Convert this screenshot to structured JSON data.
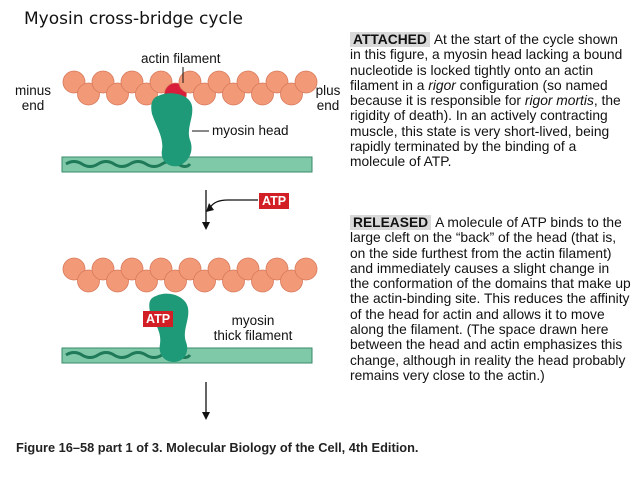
{
  "title": "Myosin cross-bridge cycle",
  "labels": {
    "actin_filament": "actin filament",
    "minus": "minus",
    "end_left": "end",
    "plus": "plus",
    "end_right": "end",
    "myosin_head": "myosin head",
    "atp_top": "ATP",
    "atp_bottom": "ATP",
    "myosin": "myosin",
    "thick_filament": "thick filament"
  },
  "attached": {
    "header": "ATTACHED",
    "text_1": "At the start of the cycle shown in this figure, a myosin head lacking a bound nucleotide is locked tightly onto an actin filament in a ",
    "italic_1": "rigor",
    "text_2": " configuration (so named because it is responsible for ",
    "italic_2": "rigor mortis",
    "text_3": ", the rigidity of death). In an actively contracting muscle, this state is very short-lived, being rapidly terminated by the binding of a molecule of ATP."
  },
  "released": {
    "header": "RELEASED",
    "text": "A molecule of ATP binds to the large cleft on the “back” of the head (that is, on the side furthest from the actin filament) and immediately causes a slight change in the conformation of the domains that make up the actin-binding site. This reduces the affinity of the head for actin and allows it to move along the filament. (The space drawn here between the head and actin emphasizes this change, although in reality the head probably remains very close to the actin.)"
  },
  "caption": "Figure 16–58 part 1 of 3. Molecular Biology of the Cell, 4th Edition.",
  "colors": {
    "actin": "#f29a78",
    "actin_stroke": "#d8785a",
    "actin_bound": "#d81e3a",
    "myosin": "#1f9a78",
    "thick_filament": "#7fc8a8",
    "atp": "#d21f26"
  }
}
